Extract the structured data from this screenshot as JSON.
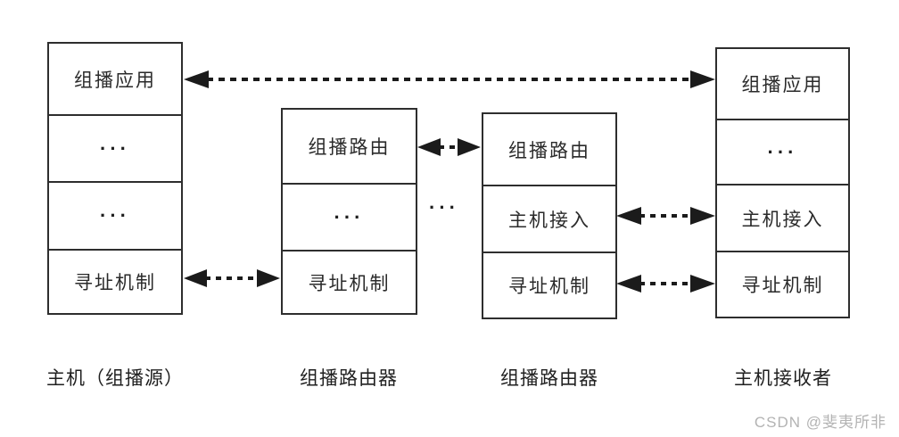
{
  "diagram": {
    "title_hint": "multicast-protocol-stack",
    "columns": [
      {
        "label": "主机（组播源）",
        "layers": [
          "组播应用",
          "···",
          "···",
          "寻址机制"
        ]
      },
      {
        "label": "组播路由器",
        "layers": [
          "组播路由",
          "···",
          "寻址机制"
        ]
      },
      {
        "label": "组播路由器",
        "layers": [
          "组播路由",
          "主机接入",
          "寻址机制"
        ]
      },
      {
        "label": "主机接收者",
        "layers": [
          "组播应用",
          "···",
          "主机接入",
          "寻址机制"
        ]
      }
    ],
    "inter_router_ellipsis": "···",
    "arrows": [
      {
        "name": "multicast-app-end-to-end",
        "from": "主机（组播源）:组播应用",
        "to": "主机接收者:组播应用"
      },
      {
        "name": "multicast-routing-router-router",
        "from": "组播路由器1:组播路由",
        "to": "组播路由器2:组播路由"
      },
      {
        "name": "addressing-host-router",
        "from": "主机（组播源）:寻址机制",
        "to": "组播路由器1:寻址机制"
      },
      {
        "name": "host-access-router-receiver",
        "from": "组播路由器2:主机接入",
        "to": "主机接收者:主机接入"
      },
      {
        "name": "addressing-router-receiver",
        "from": "组播路由器2:寻址机制",
        "to": "主机接收者:寻址机制"
      }
    ],
    "colors": {
      "line": "#1b1b1b",
      "box_border": "#2e2e2e",
      "box_fill": "#ffffff",
      "text": "#2a2a2a",
      "watermark": "#b3b3b3",
      "background": "#ffffff"
    }
  },
  "watermark": "CSDN @斐夷所非"
}
